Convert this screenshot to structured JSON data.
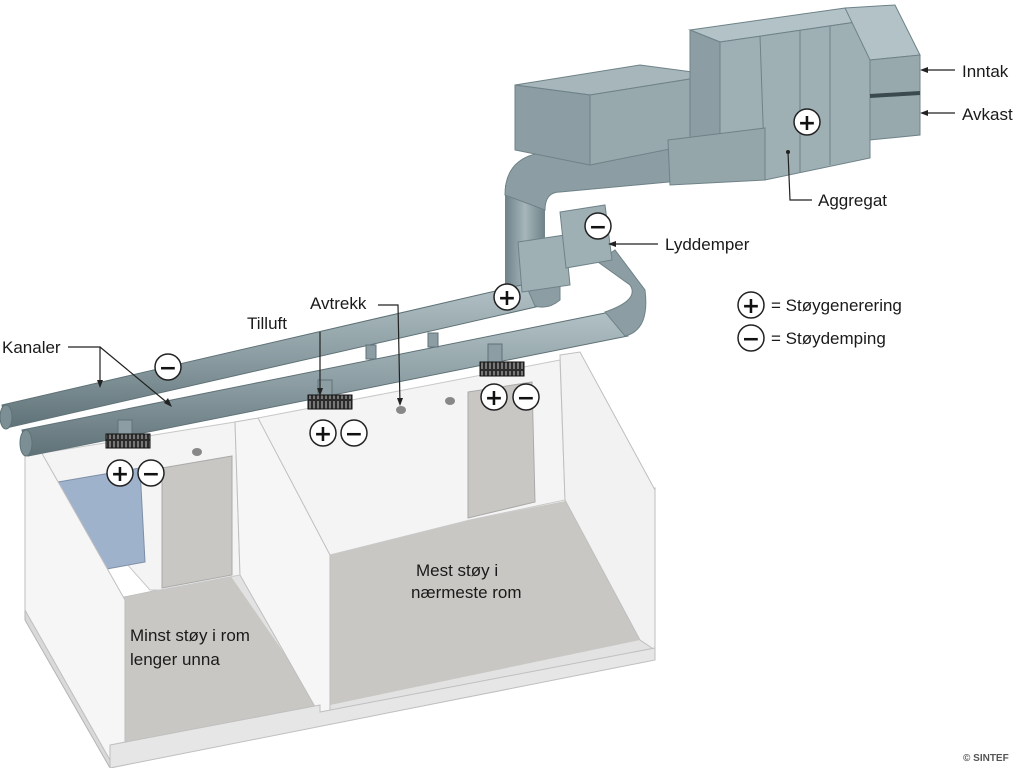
{
  "labels": {
    "inntak": "Inntak",
    "avkast": "Avkast",
    "aggregat": "Aggregat",
    "lyddemper": "Lyddemper",
    "avtrekk": "Avtrekk",
    "tilluft": "Tilluft",
    "kanaler": "Kanaler"
  },
  "legend": {
    "plus_text": "= Støygenerering",
    "minus_text": "= Støydemping"
  },
  "rooms": {
    "far_line1": "Minst støy i rom",
    "far_line2": "lenger unna",
    "near_line1": "Mest støy i",
    "near_line2": "nærmeste rom"
  },
  "copyright": "© SINTEF",
  "symbols": {
    "plus": "+",
    "minus": "−"
  },
  "colors": {
    "duct": "#8c9ea3",
    "duct_dark": "#6e8288",
    "duct_light": "#a6b6ba",
    "wall": "#f4f4f4",
    "wall_edge": "#bfbfbf",
    "floor": "#c9c7c3",
    "window": "#9fb2cc",
    "grille": "#2b2b2b"
  }
}
